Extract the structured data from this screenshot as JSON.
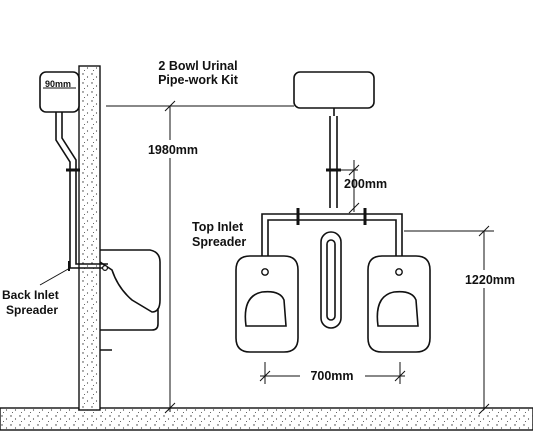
{
  "labels": {
    "title_line1": "2 Bowl Urinal",
    "title_line2": "Pipe-work Kit",
    "cistern_width": "90mm",
    "height_cistern": "1980mm",
    "pipe_gap": "200mm",
    "top_inlet_line1": "Top Inlet",
    "top_inlet_line2": "Spreader",
    "back_inlet_line1": "Back Inlet",
    "back_inlet_line2": "Spreader",
    "height_spreader": "1220mm",
    "bowl_spacing": "700mm"
  },
  "colors": {
    "line": "#111111",
    "background": "#ffffff"
  }
}
